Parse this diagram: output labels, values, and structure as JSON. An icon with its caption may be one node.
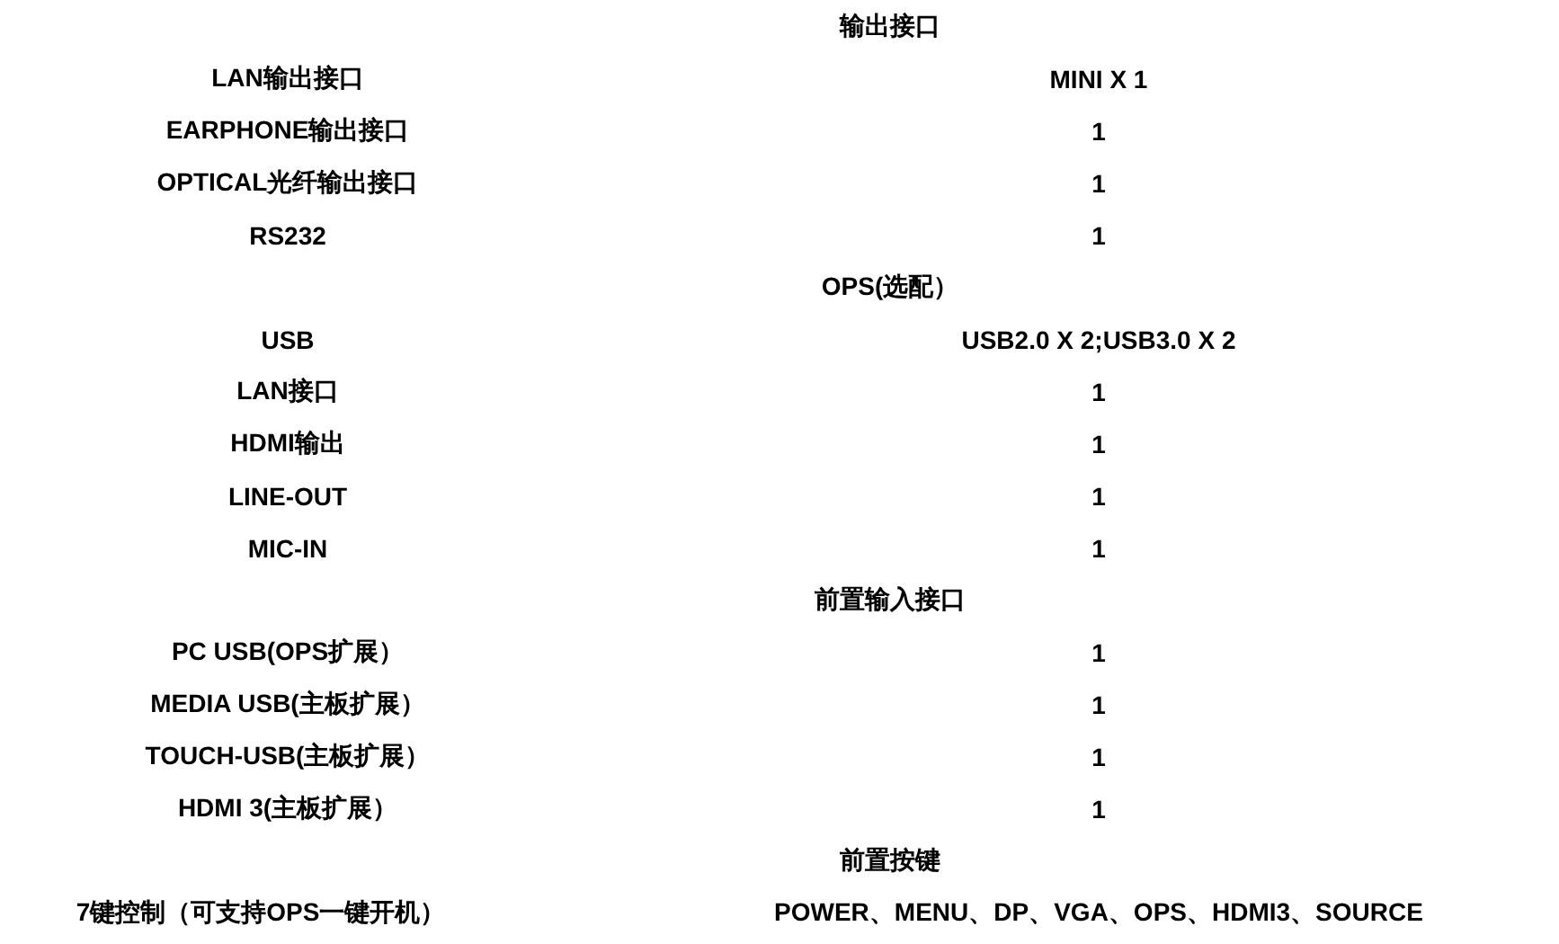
{
  "diagram": {
    "labels": [
      "输出接口",
      "LAN输出接口",
      "MINI X 1",
      "EARPHONE输出接口",
      "1",
      "OPTICAL光纤输出接口",
      "1",
      "RS232",
      "1",
      "OPS(选配）",
      "USB",
      "USB2.0 X 2;USB3.0 X 2",
      "LAN接口",
      "1",
      "HDMI输出",
      "1",
      "LINE-OUT",
      "1",
      "MIC-IN",
      "1",
      "前置输入接口",
      "PC USB(OPS扩展）",
      "1",
      "MEDIA USB(主板扩展）",
      "1",
      "TOUCH-USB(主板扩展）",
      "1",
      "HDMI 3(主板扩展）",
      "1",
      "前置按键",
      "7键控制（可支持OPS一键开机）",
      "POWER、MENU、DP、VGA、OPS、HDMI3、SOURCE"
    ]
  }
}
